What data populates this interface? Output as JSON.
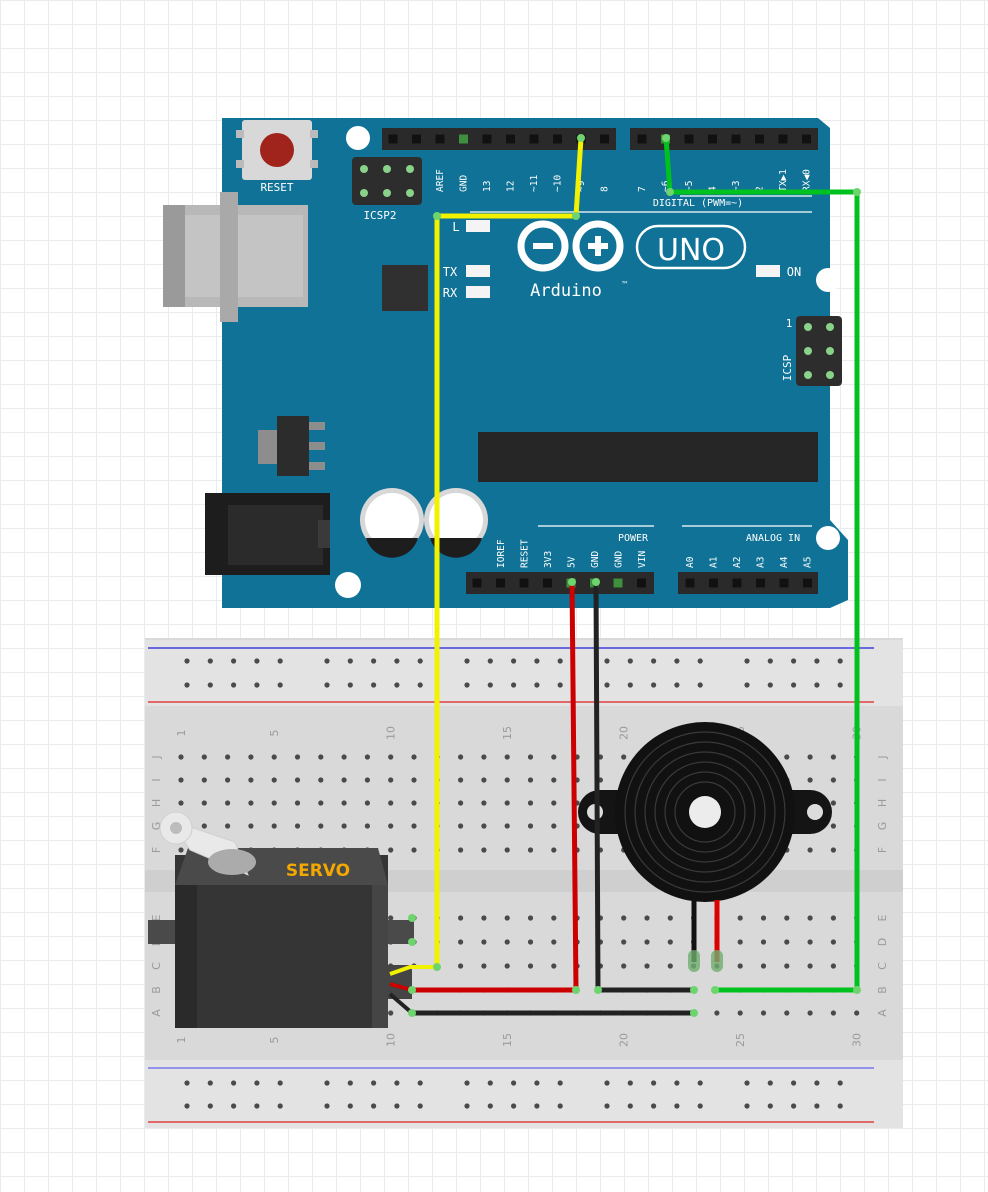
{
  "colors": {
    "board": "#0f7296",
    "board_dark": "#0b5d7b",
    "header": "#2a2a2a",
    "breadboard": "#dadada",
    "breadboard_rail": "#e6e6e6",
    "hole": "#4a4a4a",
    "wire_yellow": "#f2f200",
    "wire_green": "#00c21e",
    "wire_red": "#cc0000",
    "wire_black": "#222222",
    "servo_body": "#3a3a3a",
    "servo_label": "#f2a800"
  },
  "arduino": {
    "reset_label": "RESET",
    "icsp2_label": "ICSP2",
    "icsp_label": "ICSP",
    "icsp_pin1": "1",
    "led_l": "L",
    "led_tx": "TX",
    "led_rx": "RX",
    "on_label": "ON",
    "brand": "Arduino",
    "tm": "™",
    "model": "UNO",
    "digital_label": "DIGITAL (PWM=~)",
    "power_label": "POWER",
    "analog_label": "ANALOG IN",
    "digital_pins_left": [
      "AREF",
      "GND",
      "13",
      "12",
      "~11",
      "~10",
      "~9",
      "8"
    ],
    "digital_pins_right": [
      "7",
      "~6",
      "~5",
      "4",
      "~3",
      "2",
      "TX▶1",
      "RX◀0"
    ],
    "power_pins": [
      "IOREF",
      "RESET",
      "3V3",
      "5V",
      "GND",
      "GND",
      "VIN"
    ],
    "analog_pins": [
      "A0",
      "A1",
      "A2",
      "A3",
      "A4",
      "A5"
    ]
  },
  "breadboard": {
    "column_numbers": [
      "1",
      "5",
      "10",
      "15",
      "20",
      "25",
      "30"
    ],
    "rows_top": [
      "J",
      "I",
      "H",
      "G",
      "F"
    ],
    "rows_bottom": [
      "E",
      "D",
      "C",
      "B",
      "A"
    ]
  },
  "servo": {
    "label": "SERVO"
  }
}
